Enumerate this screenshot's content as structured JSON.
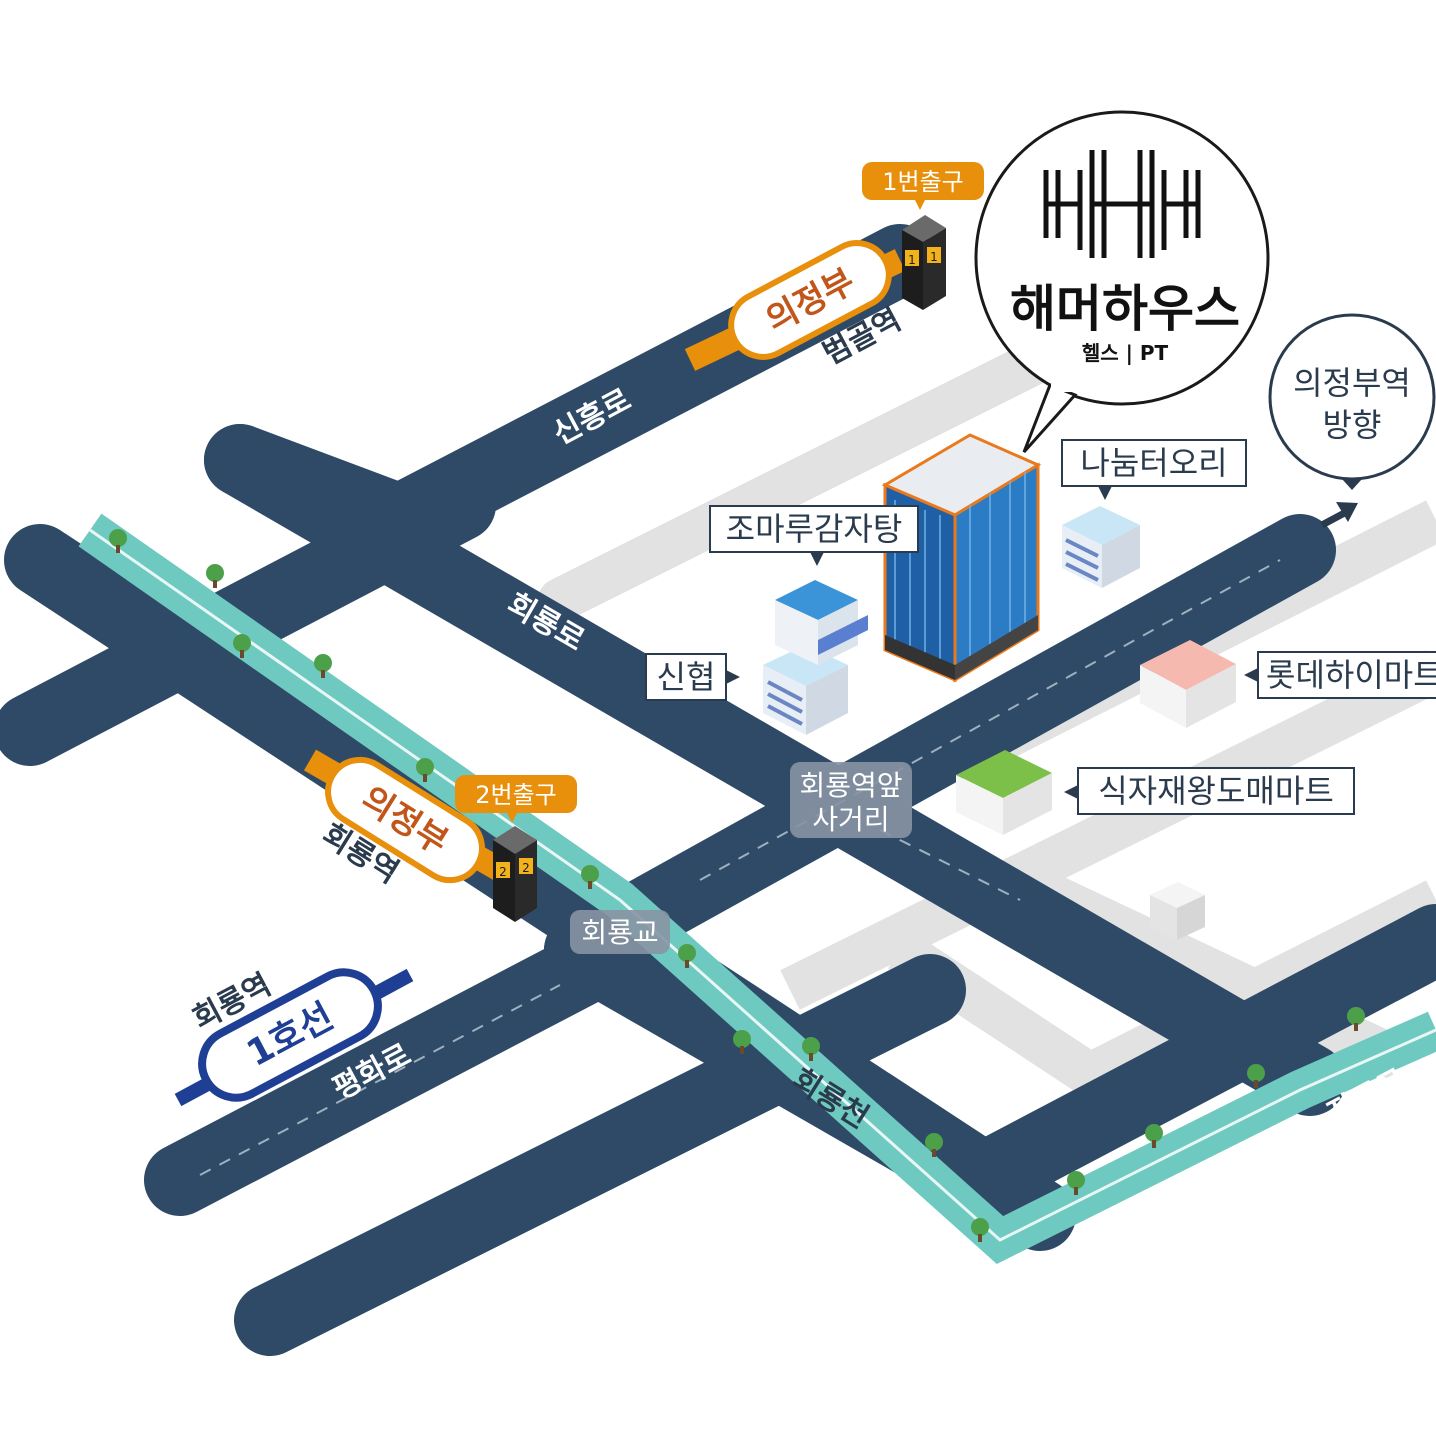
{
  "brand": {
    "name": "해머하우스",
    "subtitle": "헬스 | PT"
  },
  "exits": {
    "exit1_label": "1번출구",
    "exit2_label": "2번출구",
    "exit1_number": "1",
    "exit2_number": "2"
  },
  "stations": {
    "north_line": "의정부",
    "north_station": "범골역",
    "south_line": "의정부",
    "south_station": "회룡역",
    "metro_station": "회룡역",
    "metro_line": "1호선"
  },
  "roads": {
    "shinheung": "신흥로",
    "hoeryong": "회룡로",
    "pyeonghwa": "평화로",
    "janggok": "장곡로",
    "stream": "회룡천"
  },
  "places": {
    "nanumter": "나눔터오리",
    "jomaru": "조마루감자탕",
    "shinhyup": "신협",
    "lotte": "롯데하이마트",
    "sikjajae": "식자재왕도매마트"
  },
  "junctions": {
    "intersection_line1": "회룡역앞",
    "intersection_line2": "사거리",
    "bridge": "회룡교"
  },
  "direction": {
    "line1": "의정부역",
    "line2": "방향"
  },
  "colors": {
    "road": "#2f4a66",
    "river": "#6ec9c0",
    "accent": "#e8900c",
    "metro_line": "#1f3f95",
    "building_blue": "#2e7fc4"
  }
}
